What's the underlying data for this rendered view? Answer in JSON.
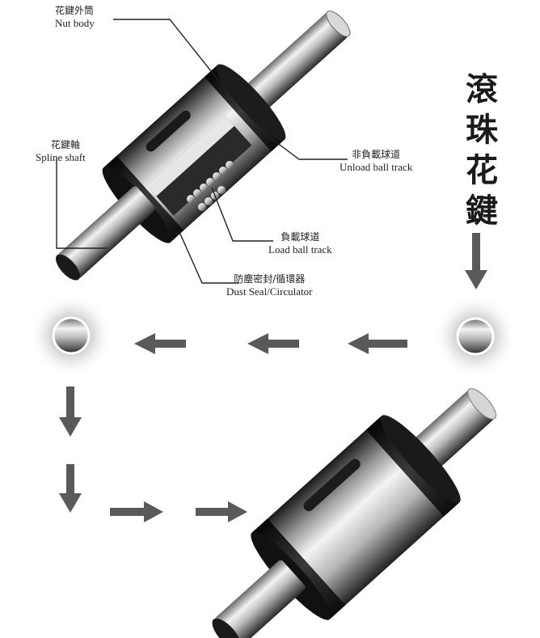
{
  "title_chars": [
    "滾",
    "珠",
    "花",
    "鍵"
  ],
  "labels": {
    "nut_body": {
      "zh": "花鍵外筒",
      "en": "Nut body"
    },
    "spline_shaft": {
      "zh": "花鍵軸",
      "en": "Spline shaft"
    },
    "unload_track": {
      "zh": "非負載球道",
      "en": "Unload ball track"
    },
    "load_track": {
      "zh": "負載球道",
      "en": "Load ball track"
    },
    "seal": {
      "zh": "防塵密封/循環器",
      "en": "Dust Seal/Circulator"
    }
  },
  "colors": {
    "arrow": "#5a5a5a",
    "leader": "#222222",
    "metal_dark": "#1e1e1e",
    "metal_light": "#e8e8e8"
  }
}
